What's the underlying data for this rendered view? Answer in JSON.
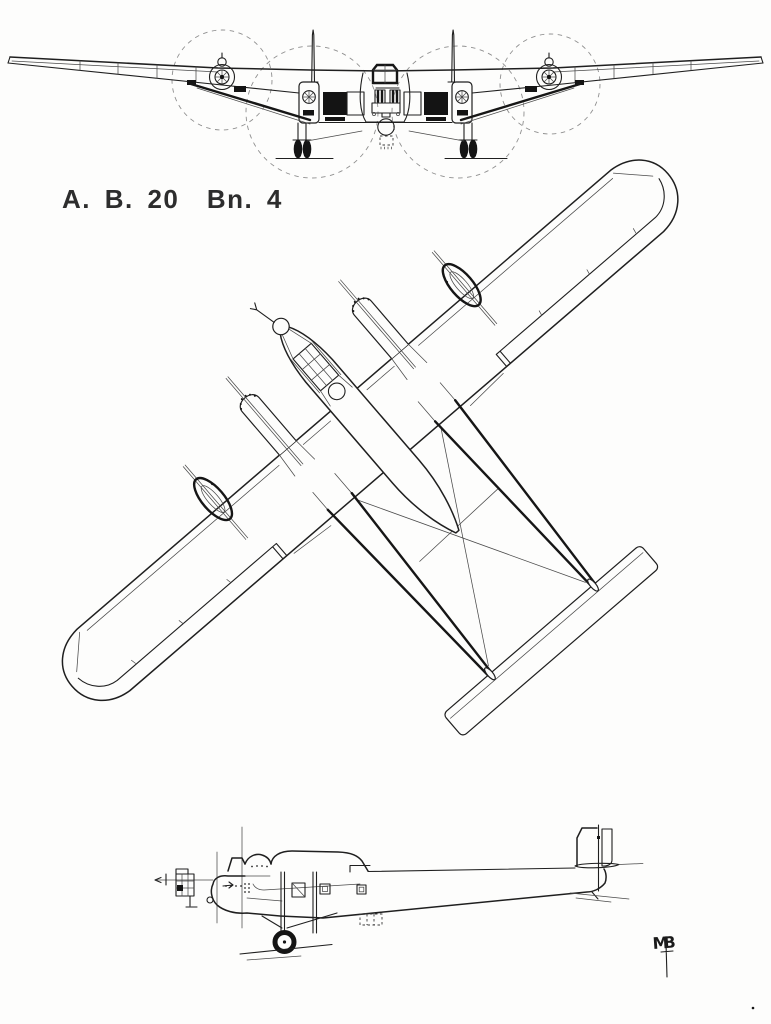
{
  "page": {
    "background_color": "#fdfdfc",
    "ink_color": "#1f1f1f",
    "faint_ink_color": "#8f8f8f"
  },
  "title": {
    "text": "A. B. 20  Bn. 4"
  },
  "signature": {
    "monogram": "MB"
  },
  "figure": {
    "type": "three-view-aircraft-line-drawing",
    "views": [
      "front-view",
      "plan-view",
      "side-view"
    ]
  }
}
